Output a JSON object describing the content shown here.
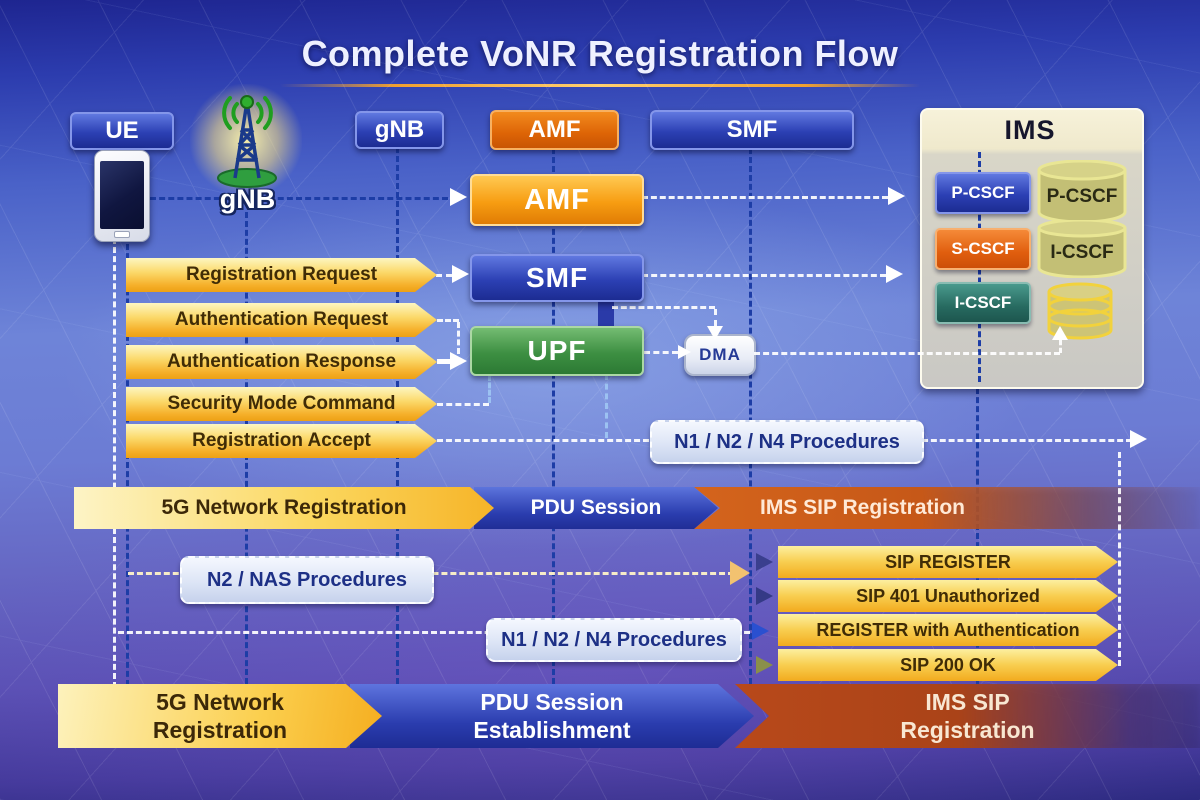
{
  "title": "Complete VoNR Registration Flow",
  "lanes": {
    "ue": "UE",
    "tower": "gNB",
    "gnb": "gNB",
    "amf": "AMF",
    "smf": "SMF"
  },
  "nodes": {
    "amf": "AMF",
    "smf": "SMF",
    "upf": "UPF",
    "dma": "DMA"
  },
  "ims": {
    "title": "IMS",
    "pcscf": "P-CSCF",
    "scscf": "S-CSCF",
    "icscf": "I-CSCF",
    "db_top": "P-CSCF",
    "db_mid": "I-CSCF"
  },
  "ue_messages": [
    "Registration Request",
    "Authentication Request",
    "Authentication Response",
    "Security Mode Command",
    "Registration Accept"
  ],
  "procedures": {
    "top": "N1 / N2 / N4 Procedures",
    "nas": "N2 / NAS Procedures",
    "lower": "N1 / N2 / N4 Procedures"
  },
  "mid_band": {
    "reg": "5G Network Registration",
    "pdu": "PDU Session",
    "ims_sip": "IMS SIP Registration"
  },
  "sip_messages": [
    "SIP REGISTER",
    "SIP 401 Unauthorized",
    "REGISTER with Authentication",
    "SIP 200 OK"
  ],
  "bottom_band": {
    "reg1": "5G Network",
    "reg2": "Registration",
    "pdu1": "PDU Session",
    "pdu2": "Establishment",
    "ims1": "IMS SIP",
    "ims2": "Registration"
  },
  "colors": {
    "gold": "#f5b02a",
    "node_blue": "#2c40b4",
    "node_orange": "#e07c04",
    "node_green": "#2c7a34",
    "band_red": "#b8491a"
  }
}
